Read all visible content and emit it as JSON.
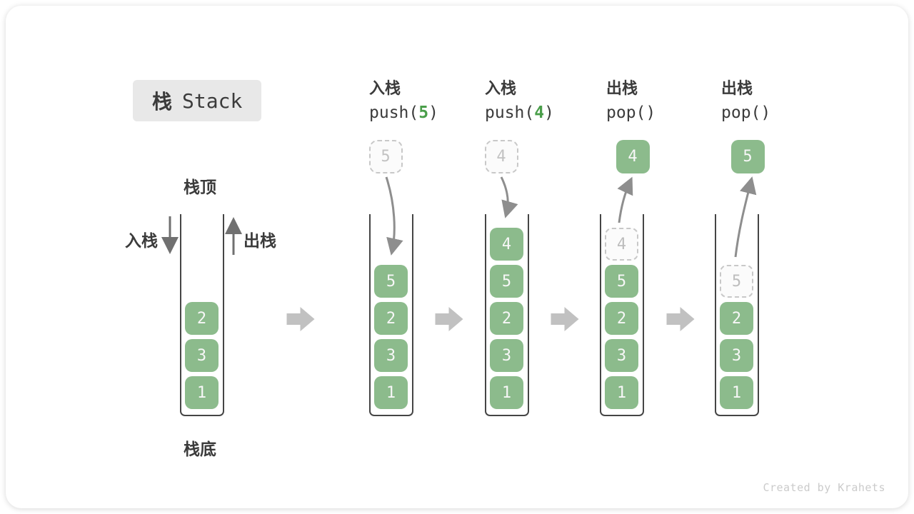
{
  "title": {
    "zh": "栈",
    "en": "Stack"
  },
  "legend": {
    "stack_top": "栈顶",
    "stack_bottom": "栈底",
    "push_side": "入栈",
    "pop_side": "出栈"
  },
  "operations": [
    {
      "action": "入栈",
      "code_before": "push(",
      "code_arg": "5",
      "code_after": ")"
    },
    {
      "action": "入栈",
      "code_before": "push(",
      "code_arg": "4",
      "code_after": ")"
    },
    {
      "action": "出栈",
      "code_before": "pop()",
      "code_arg": "",
      "code_after": ""
    },
    {
      "action": "出栈",
      "code_before": "pop()",
      "code_arg": "",
      "code_after": ""
    }
  ],
  "stacks": [
    {
      "cells": [
        {
          "value": "2"
        },
        {
          "value": "3"
        },
        {
          "value": "1"
        }
      ],
      "float": null
    },
    {
      "cells": [
        {
          "value": "5"
        },
        {
          "value": "2"
        },
        {
          "value": "3"
        },
        {
          "value": "1"
        }
      ],
      "float": {
        "value": "5",
        "style": "dashed"
      }
    },
    {
      "cells": [
        {
          "value": "4"
        },
        {
          "value": "5"
        },
        {
          "value": "2"
        },
        {
          "value": "3"
        },
        {
          "value": "1"
        }
      ],
      "float": {
        "value": "4",
        "style": "dashed"
      }
    },
    {
      "cells": [
        {
          "value": "4",
          "dashed": true
        },
        {
          "value": "5"
        },
        {
          "value": "2"
        },
        {
          "value": "3"
        },
        {
          "value": "1"
        }
      ],
      "float": {
        "value": "4",
        "style": "solid"
      }
    },
    {
      "cells": [
        {
          "value": "5",
          "dashed": true
        },
        {
          "value": "2"
        },
        {
          "value": "3"
        },
        {
          "value": "1"
        }
      ],
      "float": {
        "value": "5",
        "style": "solid"
      }
    }
  ],
  "watermark": "Created by Krahets",
  "colors": {
    "box_green": "#8cbb8c",
    "code_green": "#4a9e4a",
    "curved_arrow": "#8e8e8e",
    "straight_arrow": "#707070",
    "block_arrow": "#c1c1c1",
    "wall": "#454545",
    "title_bg": "#e8e8e8",
    "dashed_border": "#c8c8c8",
    "watermark_gray": "#cbcbcb"
  }
}
